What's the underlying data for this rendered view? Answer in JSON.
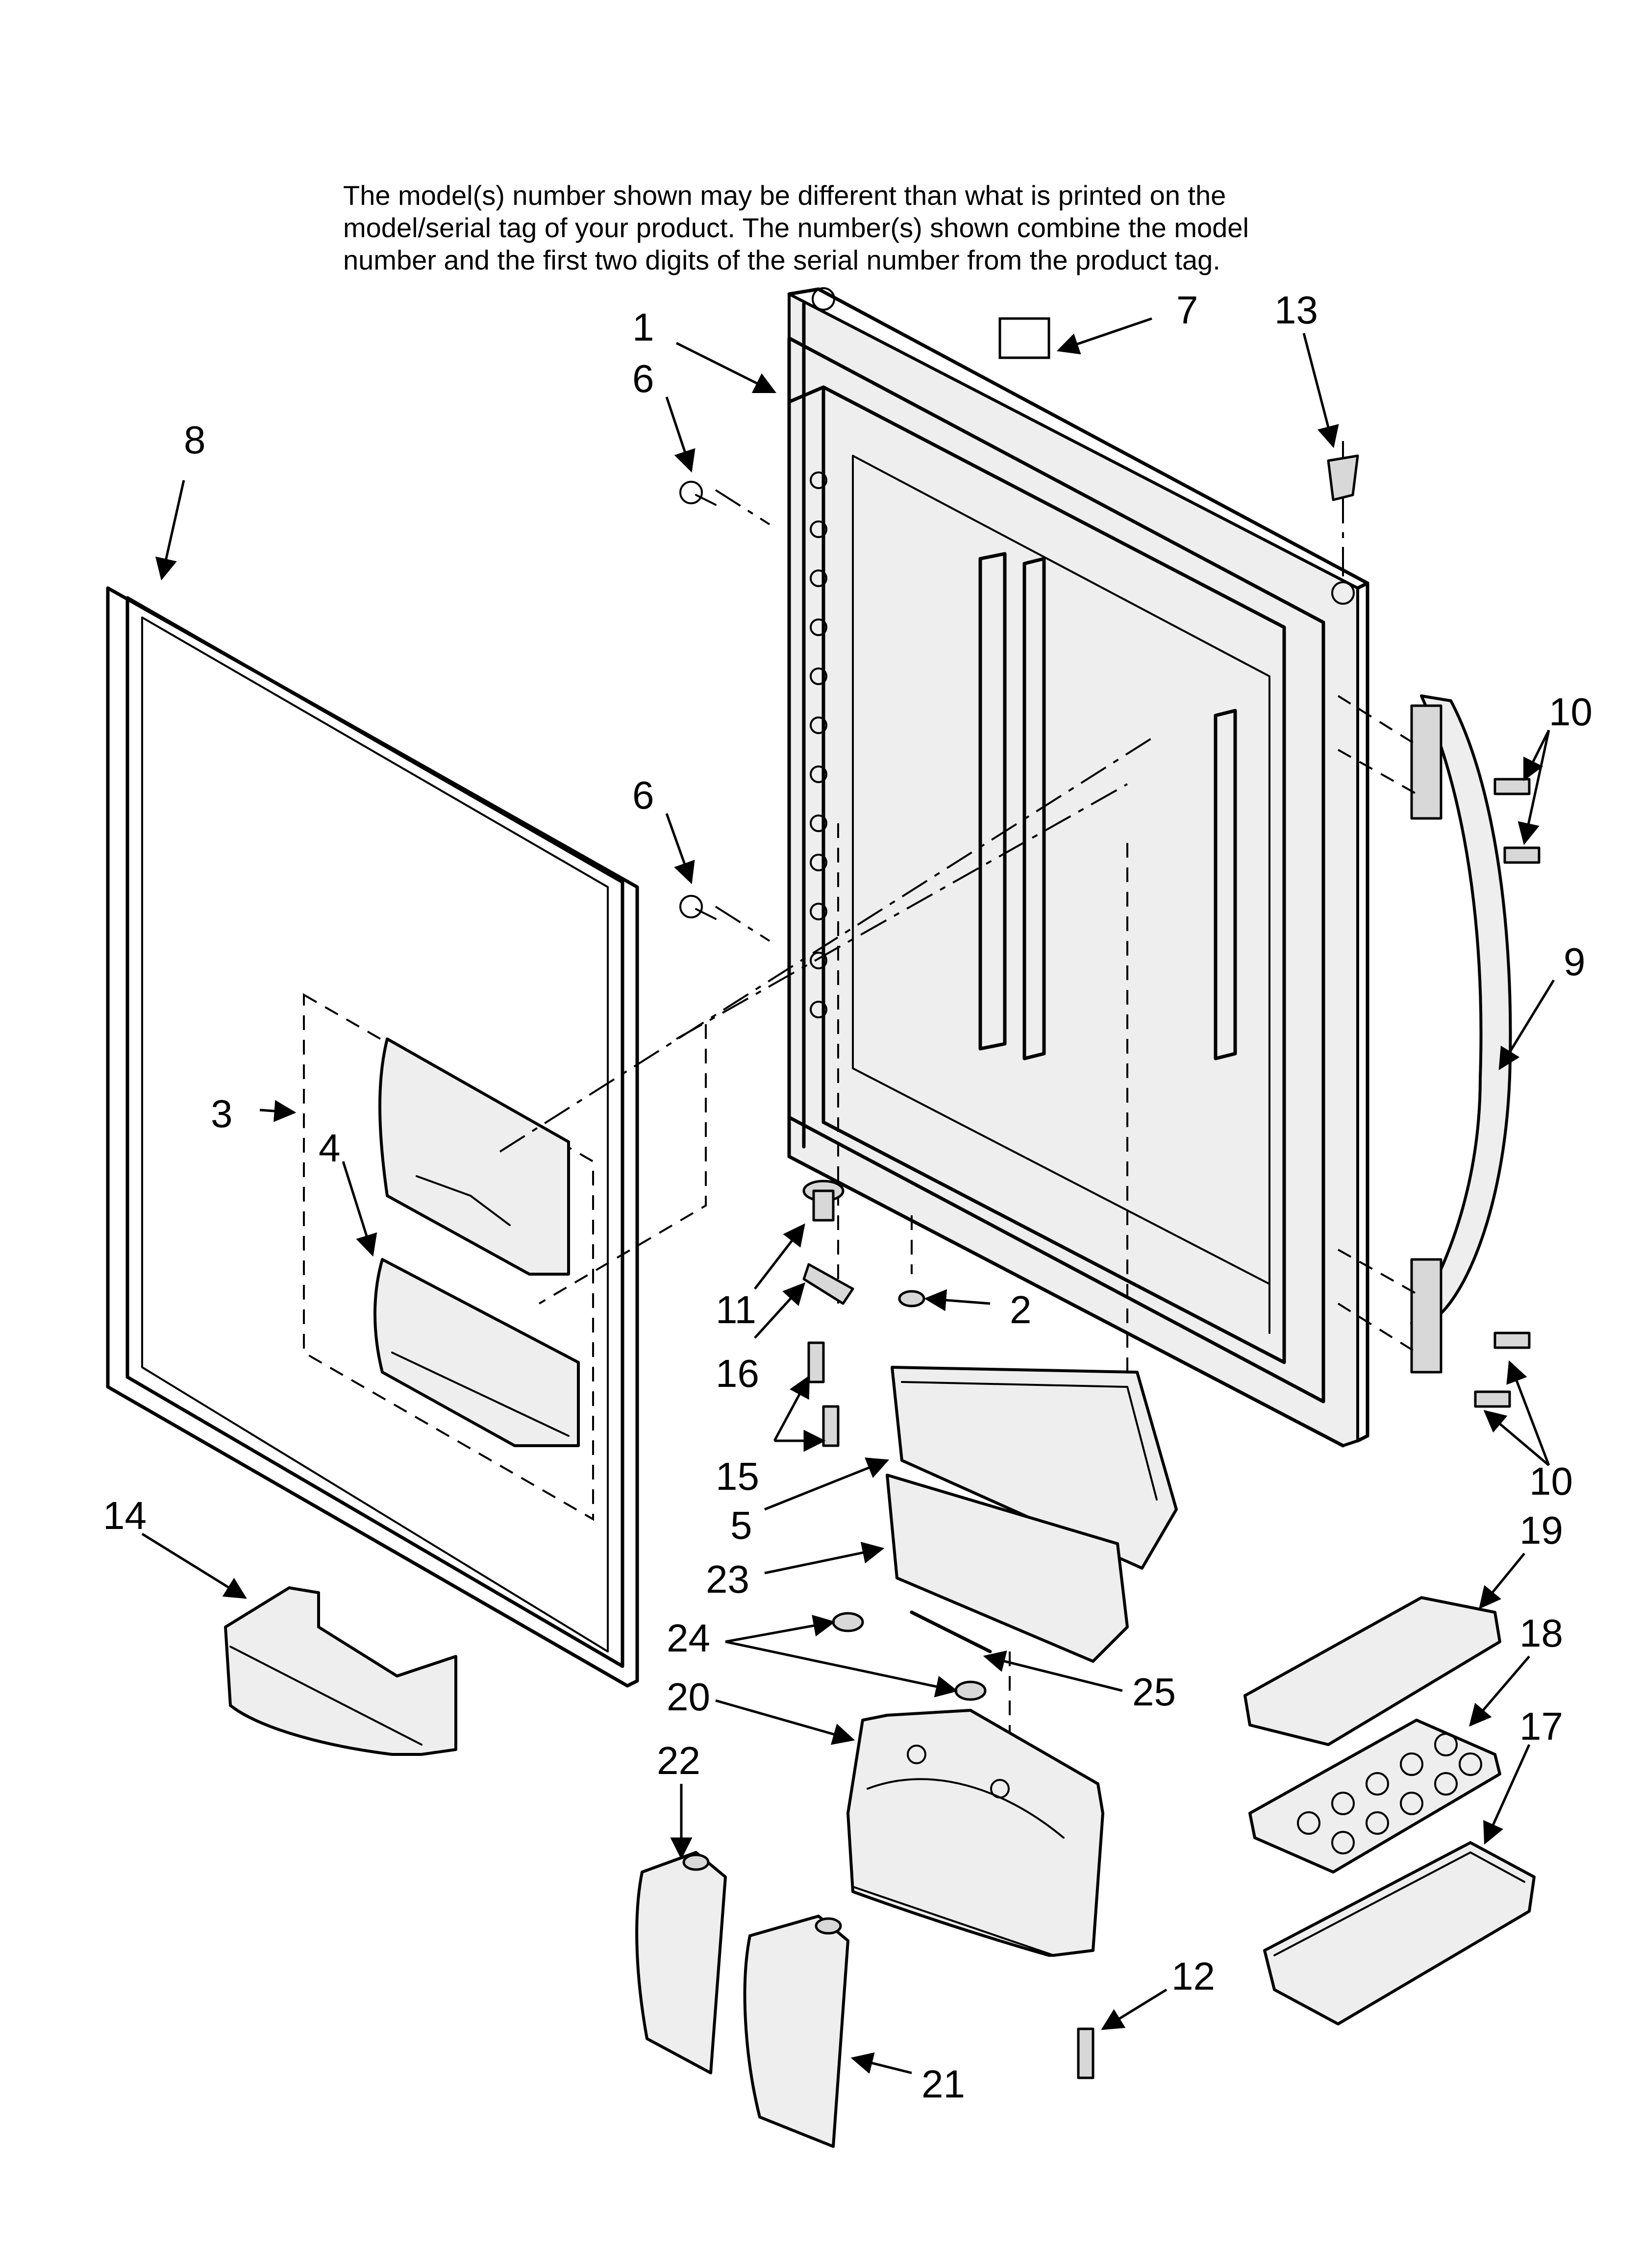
{
  "note": {
    "line1": "The model(s) number shown may be different than what is printed on the",
    "line2": "model/serial tag of your product. The number(s) shown combine the model",
    "line3": "number and the first two digits of the serial number from the product tag."
  },
  "callouts": {
    "c1": "1",
    "c2": "2",
    "c3": "3",
    "c4": "4",
    "c5": "5",
    "c6a": "6",
    "c6b": "6",
    "c7": "7",
    "c8": "8",
    "c9": "9",
    "c10a": "10",
    "c10b": "10",
    "c11": "11",
    "c12": "12",
    "c13": "13",
    "c14": "14",
    "c15": "15",
    "c16": "16",
    "c17": "17",
    "c18": "18",
    "c19": "19",
    "c20": "20",
    "c21": "21",
    "c22": "22",
    "c23": "23",
    "c24": "24",
    "c25": "25"
  }
}
